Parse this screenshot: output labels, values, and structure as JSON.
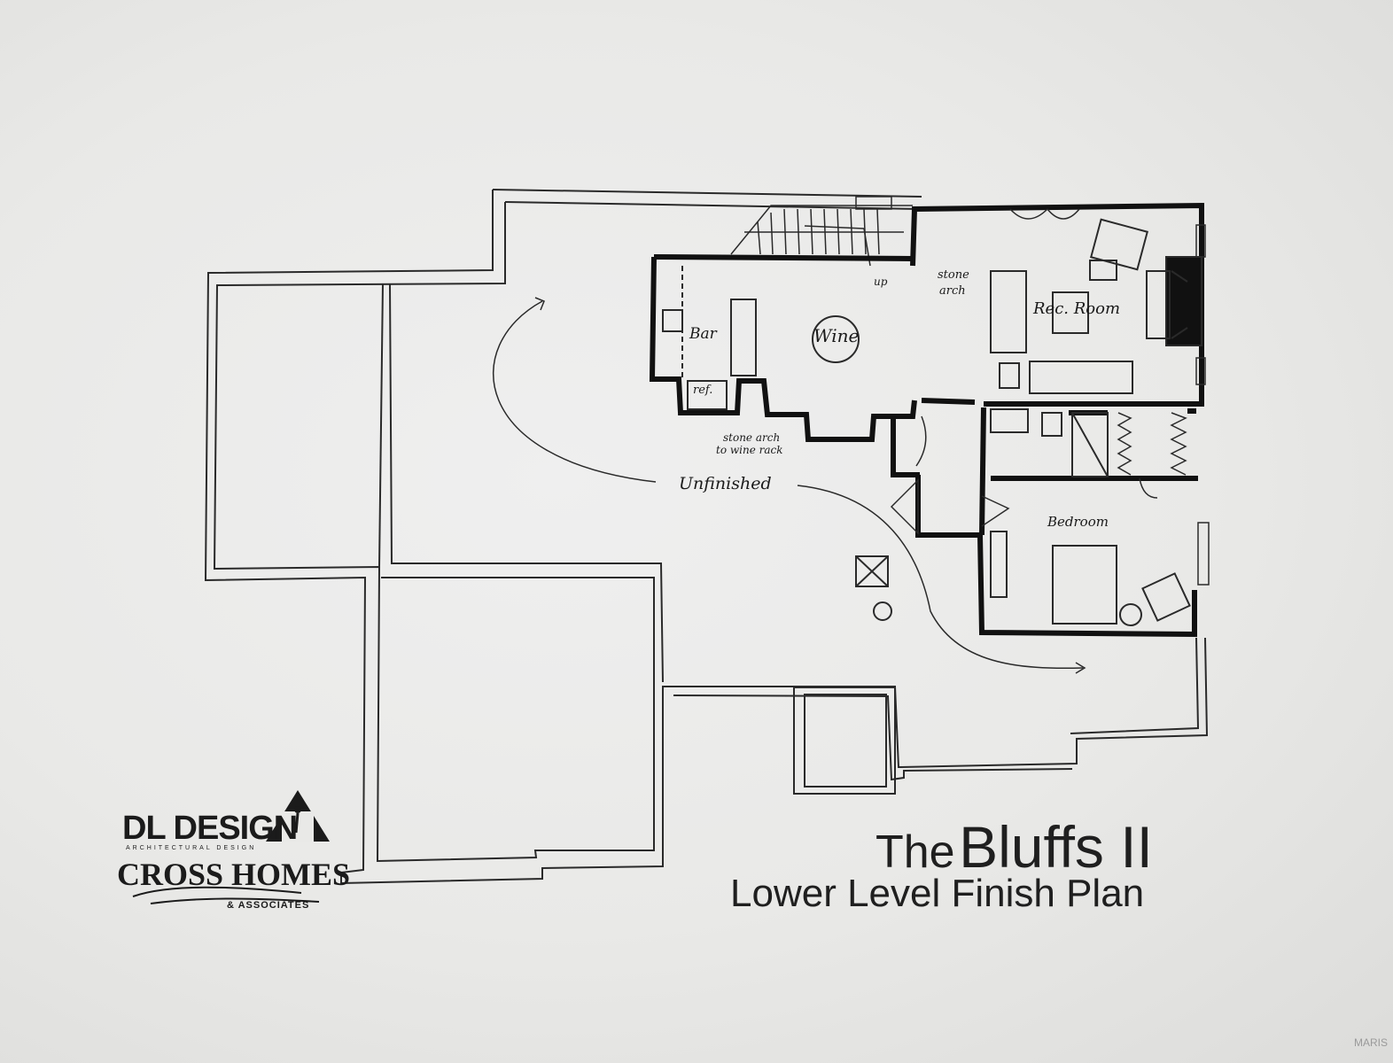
{
  "title": {
    "line1_prefix": "The",
    "line1_name": "Bluffs II",
    "line2": "Lower Level Finish Plan"
  },
  "logo": {
    "company1": "DL DESIGN",
    "company1_sub": "ARCHITECTURAL DESIGN",
    "company2": "CROSS HOMES",
    "company2_sub": "& ASSOCIATES"
  },
  "rooms": {
    "bar": "Bar",
    "wine": "Wine",
    "ref": "ref.",
    "rec_room": "Rec. Room",
    "bedroom": "Bedroom",
    "unfinished": "Unfinished"
  },
  "notes": {
    "up": "up",
    "stone_arch_1": "stone",
    "stone_arch_2": "arch",
    "stone_arch_wine_1": "stone arch",
    "stone_arch_wine_2": "to wine rack"
  },
  "watermark": "MARIS"
}
